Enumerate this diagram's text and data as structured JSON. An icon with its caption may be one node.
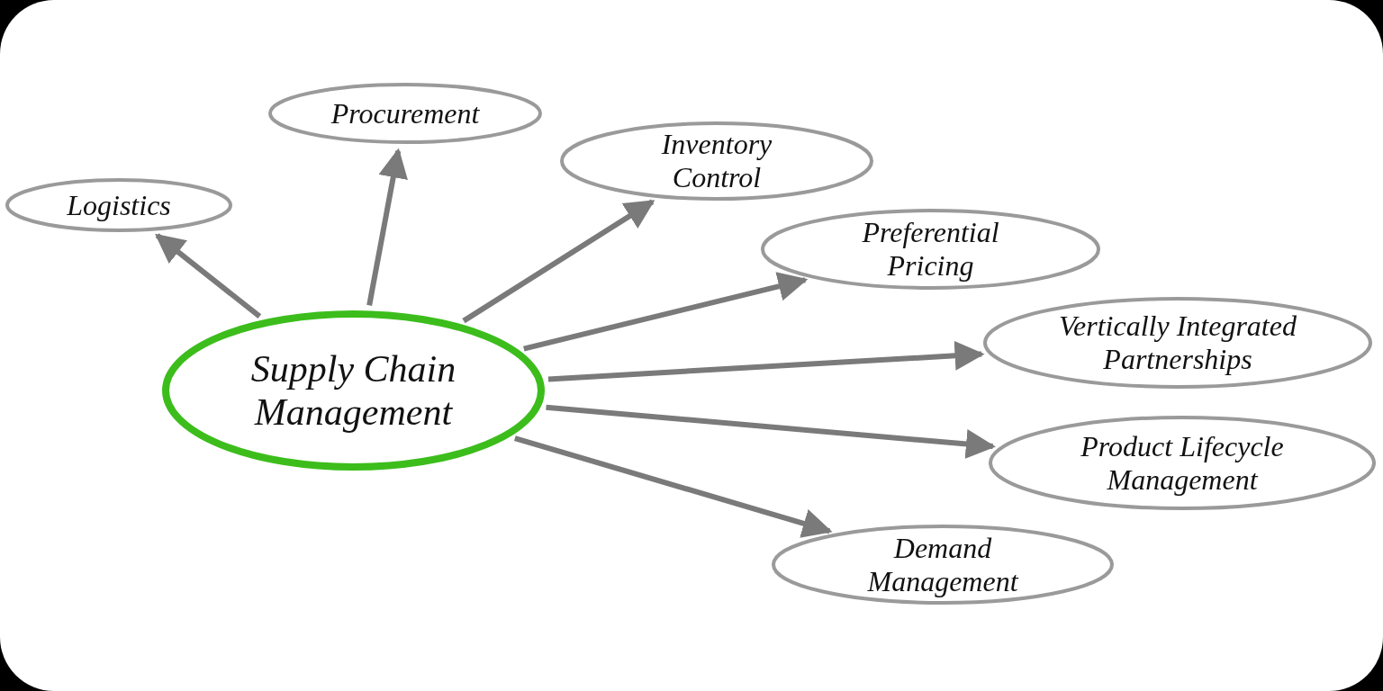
{
  "diagram": {
    "nodes": [
      {
        "text": [
          "Supply Chain Management"
        ]
      },
      {
        "text": [
          "Logistics"
        ]
      },
      {
        "text": [
          "Procurement"
        ]
      },
      {
        "text": [
          "Inventory Control"
        ]
      },
      {
        "text": [
          "Preferential Pricing"
        ]
      },
      {
        "text": [
          "Vertically Integrated Partnerships"
        ]
      },
      {
        "text": [
          "Product Lifecycle Management"
        ]
      },
      {
        "text": [
          "Demand Management"
        ]
      }
    ],
    "edges": [
      {
        "from": 0,
        "to": 1,
        "arrow": "to"
      },
      {
        "from": 0,
        "to": 2,
        "arrow": "to"
      },
      {
        "from": 0,
        "to": 3,
        "arrow": "to"
      },
      {
        "from": 0,
        "to": 4,
        "arrow": "to"
      },
      {
        "from": 0,
        "to": 5,
        "arrow": "to"
      },
      {
        "from": 0,
        "to": 6,
        "arrow": "to"
      },
      {
        "from": 0,
        "to": 7,
        "arrow": "to"
      }
    ]
  }
}
